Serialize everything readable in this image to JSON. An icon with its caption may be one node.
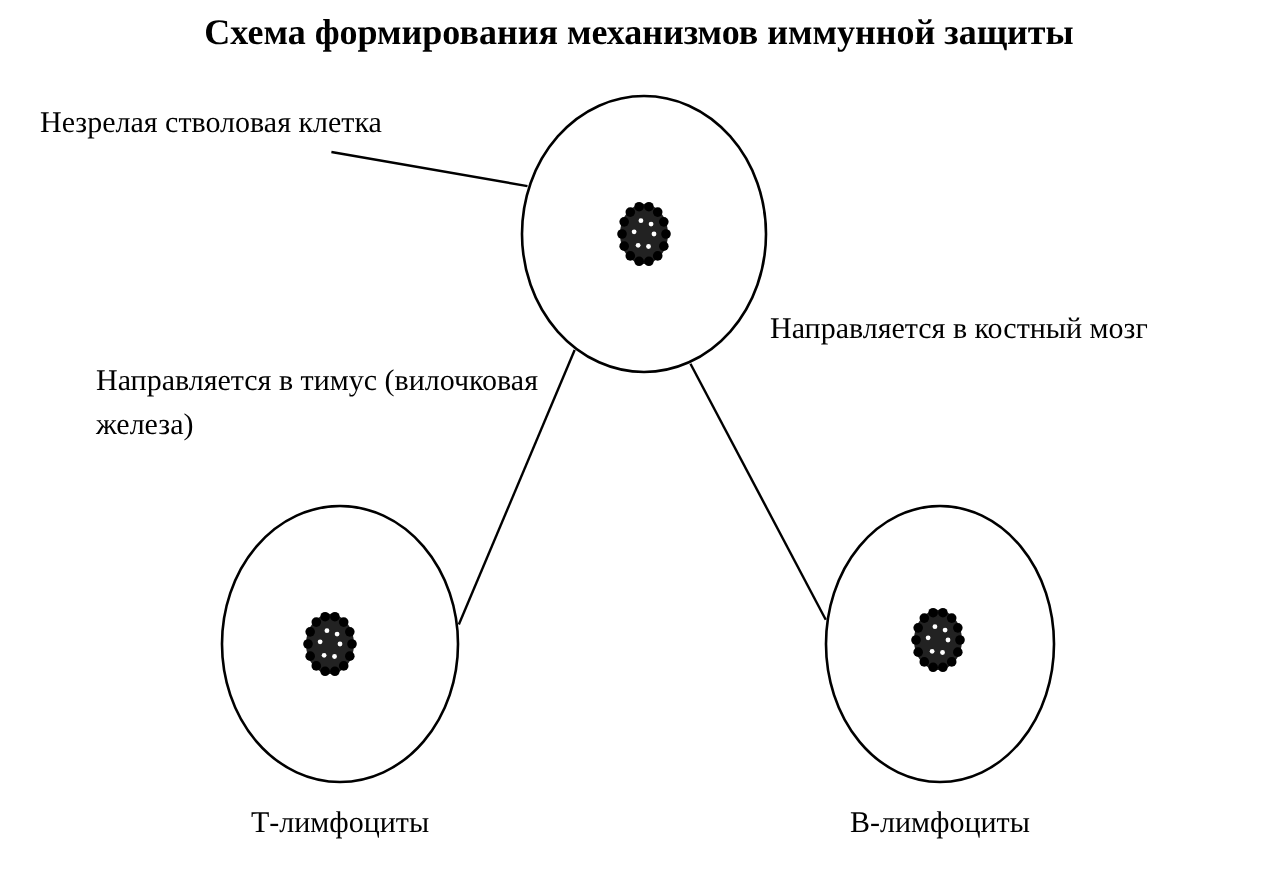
{
  "diagram": {
    "title": "Схема формирования механизмов иммунной защиты",
    "nodes": [
      {
        "text": [
          "Незрелая стволовая клетка"
        ]
      },
      {
        "text": [],
        "shape": "circle"
      },
      {
        "text": [],
        "shape": "circle",
        "beside": [
          "Т-лимфоциты"
        ]
      },
      {
        "text": [],
        "shape": "circle",
        "beside": [
          "В-лимфоциты"
        ]
      }
    ],
    "edges": [
      {
        "from": 0,
        "to": 1,
        "arrow": "none"
      },
      {
        "from": 1,
        "to": 2,
        "arrow": "none",
        "label": "Направляется в тимус (вилочковая железа)"
      },
      {
        "from": 1,
        "to": 3,
        "arrow": "none",
        "label": "Направляется в костный мозг"
      }
    ]
  }
}
